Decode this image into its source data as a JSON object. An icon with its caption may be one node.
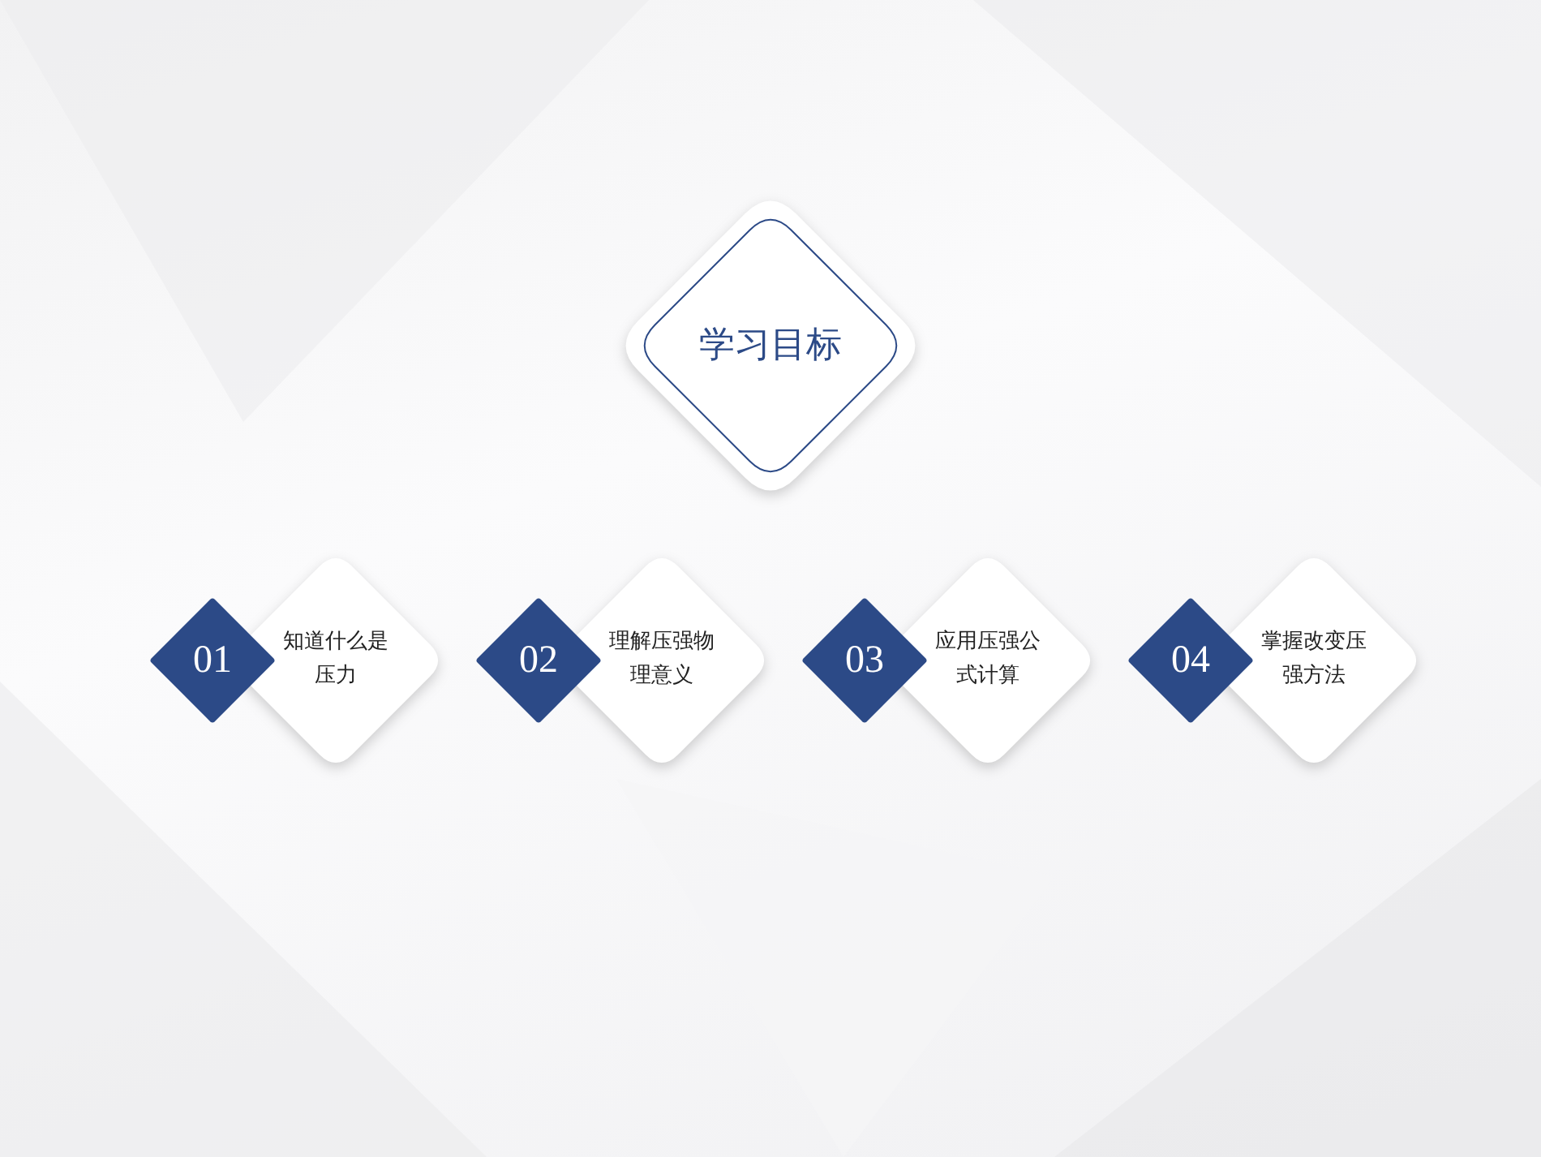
{
  "diagram": {
    "nodes": [
      {
        "text": [
          "学习目标"
        ]
      },
      {
        "text": [
          "01",
          "知道什么是压力"
        ]
      },
      {
        "text": [
          "02",
          "理解压强物理意义"
        ]
      },
      {
        "text": [
          "03",
          "应用压强公式计算"
        ]
      },
      {
        "text": [
          "04",
          "掌握改变压强方法"
        ]
      }
    ]
  }
}
